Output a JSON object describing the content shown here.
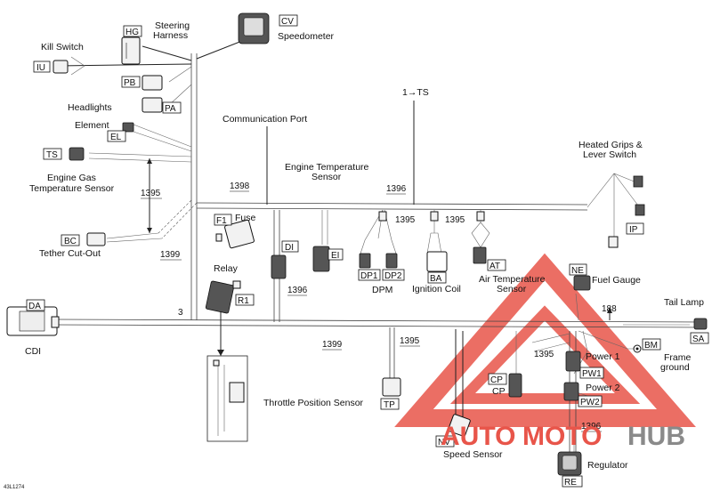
{
  "labels": {
    "steering_harness": [
      "Steering",
      "Harness"
    ],
    "speedometer": "Speedometer",
    "kill_switch": "Kill Switch",
    "headlights": "Headlights",
    "element": "Element",
    "engine_gas_temp_sensor": [
      "Engine Gas",
      "Temperature Sensor"
    ],
    "tether_cutout": "Tether Cut-Out",
    "fuse": "Fuse",
    "relay": "Relay",
    "communication_port": "Communication Port",
    "engine_temp_sensor": [
      "Engine Temperature",
      "Sensor"
    ],
    "dpm": "DPM",
    "ignition_coil": "Ignition Coil",
    "air_temp_sensor": [
      "Air Temperature",
      "Sensor"
    ],
    "fuel_gauge": "Fuel Gauge",
    "heated_grips": [
      "Heated Grips &",
      "Lever Switch"
    ],
    "tail_lamp": "Tail Lamp",
    "frame_ground": [
      "Frame",
      "ground"
    ],
    "power1": "Power 1",
    "power2": "Power 2",
    "cp": "CP",
    "cdi": "CDI",
    "throttle_position_sensor": "Throttle Position Sensor",
    "speed_sensor": "Speed Sensor",
    "regulator": "Regulator",
    "ts_ref": "1→TS"
  },
  "codes": {
    "HG": "HG",
    "CV": "CV",
    "IU": "IU",
    "PB": "PB",
    "PA": "PA",
    "EL": "EL",
    "TS": "TS",
    "BC": "BC",
    "F1": "F1",
    "DI": "DI",
    "R1": "R1",
    "EI": "EI",
    "DP1": "DP1",
    "DP2": "DP2",
    "BA": "BA",
    "AT": "AT",
    "NE": "NE",
    "IP": "IP",
    "SA": "SA",
    "BM": "BM",
    "PW1": "PW1",
    "PW2": "PW2",
    "CP": "CP",
    "DA": "DA",
    "TP": "TP",
    "NV": "NV",
    "RE": "RE"
  },
  "wire_numbers": {
    "n1395_left": "1395",
    "n1398": "1398",
    "n1396_top": "1396",
    "n1395_dpm": "1395",
    "n1395_coil": "1395",
    "n1399_top": "1399",
    "n1396_mid": "1396",
    "n3": "3",
    "n1399_bottom": "1399",
    "n1395_throttle": "1395",
    "n188": "188",
    "n1395_right": "1395",
    "n1396_bottom": "1396"
  },
  "footer_code": "43L1274",
  "watermark": {
    "auto": "AUTO",
    "moto": "MOTO",
    "hub": "HUB"
  },
  "colors": {
    "watermark_red": "#e8554a",
    "watermark_grey": "#8a8a8a",
    "line": "#222222"
  }
}
